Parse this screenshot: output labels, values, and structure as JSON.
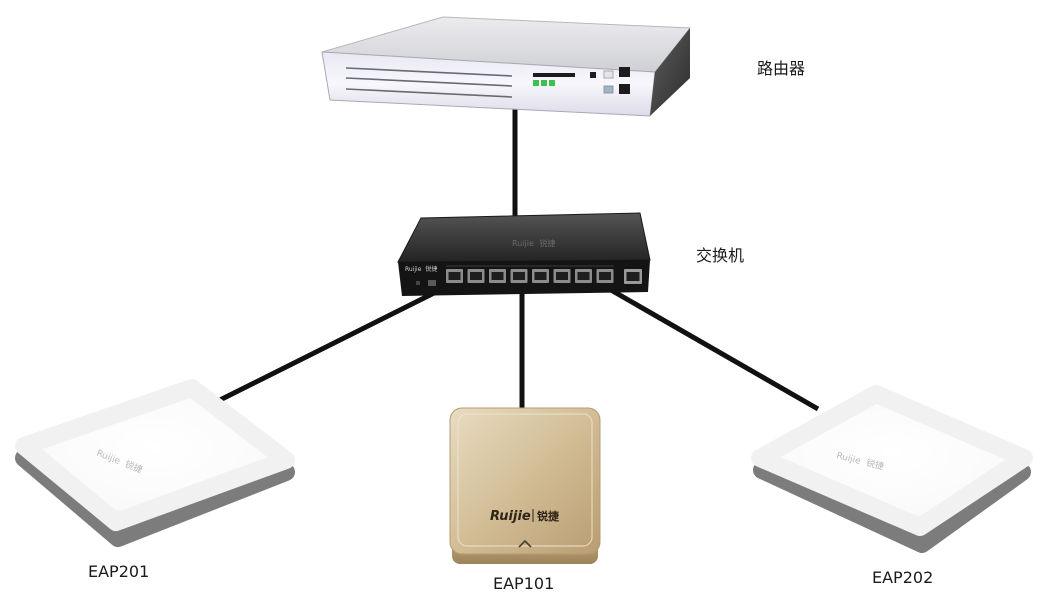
{
  "labels": {
    "router": "路由器",
    "switch": "交换机",
    "eap201": "EAP201",
    "eap101": "EAP101",
    "eap202": "EAP202"
  },
  "brand": {
    "name": "Ruijie",
    "cn": "锐捷"
  },
  "colors": {
    "cable": "#111111",
    "label_text": "#1a1a1a",
    "background": "#ffffff",
    "led_green": "#3fbf4f",
    "ap_gold": "#d4c09c"
  }
}
